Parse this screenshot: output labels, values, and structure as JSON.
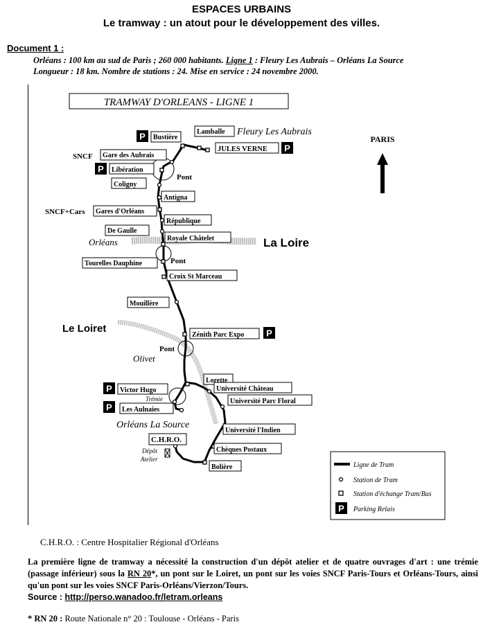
{
  "header": {
    "title": "ESPACES URBAINS",
    "subtitle": "Le tramway : un atout pour le développement des villes."
  },
  "document": {
    "label": "Document 1 :",
    "line1_a": "Orléans : 100 km au sud de Paris ; 260 000 habitants.",
    "line1_ligne": "Ligne 1",
    "line1_b": ": Fleury Les Aubrais – Orléans La Source",
    "line2": "Longueur : 18 km. Nombre de stations : 24. Mise en service : 24 novembre 2000."
  },
  "map": {
    "title": "TRAMWAY D'ORLEANS - LIGNE 1",
    "north_label": "PARIS",
    "parking_letter": "P",
    "stations": [
      "Bustière",
      "Lamballe",
      "JULES VERNE",
      "Gare des Aubrais",
      "Libération",
      "Coligny",
      "Antigna",
      "Gares d'Orléans",
      "République",
      "De Gaulle",
      "Royale Châtelet",
      "Tourelles Dauphine",
      "Croix St Marceau",
      "Mouillère",
      "Zénith Parc Expo",
      "Lorette",
      "Université Château",
      "Victor Hugo",
      "Université Parc Floral",
      "Les Aulnaies",
      "Université l'Indien",
      "C.H.R.O.",
      "Chèques Postaux",
      "Bolière"
    ],
    "places": {
      "fleury": "Fleury Les Aubrais",
      "orleans": "Orléans",
      "la_loire": "La Loire",
      "le_loiret": "Le Loiret",
      "olivet": "Olivet",
      "orleans_la_source": "Orléans La Source"
    },
    "annotations": {
      "sncf": "SNCF",
      "sncf_cars": "SNCF+Cars",
      "pont": "Pont",
      "tremie": "Trémie",
      "depot_line1": "Dépôt",
      "depot_line2": "Atelier"
    },
    "legend": [
      {
        "key": "line",
        "label": "Ligne de Tram"
      },
      {
        "key": "tram_station",
        "label": "Station de Tram"
      },
      {
        "key": "exchange_station",
        "label": "Station d'échange Tram/Bus"
      },
      {
        "key": "parking",
        "label": "Parking Relais"
      }
    ]
  },
  "footer": {
    "chro_abbr": "C.H.R.O. :",
    "chro_full": "Centre Hospitalier Régional d'Orléans",
    "paragraph_a": "La première ligne de tramway a nécessité la construction d'un dépôt atelier et de quatre ouvrages d'art : une trémie (passage inférieur) sous la",
    "paragraph_rn": "RN 20",
    "paragraph_b": "*, un pont sur le Loiret, un pont sur les voies SNCF Paris-Tours et Orléans-Tours, ainsi qu'un pont sur les voies SNCF Paris-Orléans/Vierzon/Tours.",
    "source_label": "Source :",
    "source_url": "http://perso.wanadoo.fr/letram.orleans",
    "rn20_label": "* RN 20 :",
    "rn20_text": "Route Nationale n° 20 : Toulouse - Orléans - Paris"
  }
}
